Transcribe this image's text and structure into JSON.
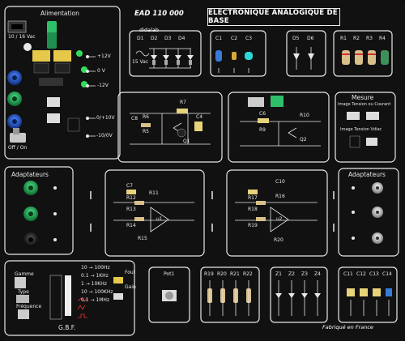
{
  "header": {
    "model": "EAD 110 000",
    "brand": "didalab",
    "title": "ELECTRONIQUE ANALOGIQUE  DE BASE",
    "footer": "Fabriqué en France"
  },
  "alimentation": {
    "title": "Alimentation",
    "input": "10 / 16 Vac",
    "outputs": [
      "+12V",
      "0 V",
      "-12V",
      "0/+10V",
      "-10/0V"
    ],
    "switch": "Off / On"
  },
  "diodes": {
    "labels": [
      "D1",
      "D2",
      "D3",
      "D4"
    ],
    "source": "15 Vac"
  },
  "caps_top": {
    "labels": [
      "C1",
      "C2",
      "C3"
    ]
  },
  "zeners": {
    "labels": [
      "D5",
      "D6"
    ]
  },
  "resistors_top": {
    "labels": [
      "R1",
      "R2",
      "R3",
      "R4"
    ]
  },
  "transistor1": {
    "labels": [
      "C8",
      "R6",
      "R7",
      "R5",
      "C4",
      "Q1"
    ]
  },
  "transistor2": {
    "labels": [
      "C6",
      "R10",
      "R9",
      "Q2"
    ]
  },
  "mesure": {
    "title": "Mesure",
    "line1": "Image Tension ou Courant",
    "line2": "Image Tension Vdiac"
  },
  "adaptateurs_left": {
    "title": "Adaptateurs"
  },
  "adaptateurs_right": {
    "title": "Adaptateurs"
  },
  "opamp1": {
    "labels": [
      "C7",
      "R11",
      "R12",
      "R13",
      "R14",
      "R15",
      "u1"
    ]
  },
  "opamp2": {
    "labels": [
      "C10",
      "R16",
      "R17",
      "R18",
      "R19",
      "R20",
      "u2"
    ]
  },
  "gbf": {
    "title": "G.B.F.",
    "gamme": "Gamme",
    "type": "Type",
    "frequence": "Fréquence",
    "fout": "Fout",
    "gain": "Gain",
    "ranges": [
      "10 → 100Hz",
      "0.1 → 1KHz",
      "1 → 10KHz",
      "10 → 100KHz",
      "0.1 → 1MHz"
    ]
  },
  "pot": {
    "label": "Pot1"
  },
  "resistors_bottom": {
    "labels": [
      "R19",
      "R20",
      "R21",
      "R22"
    ]
  },
  "zeners_bottom": {
    "labels": [
      "Z1",
      "Z2",
      "Z3",
      "Z4"
    ]
  },
  "caps_bottom": {
    "labels": [
      "C11",
      "C12",
      "C13",
      "C14"
    ]
  },
  "colors": {
    "panel": "#111111",
    "line": "#e8e8e8",
    "jack_blue": "#1a4fb8",
    "jack_green": "#1f9a4a",
    "jack_black": "#1a1a1a"
  }
}
